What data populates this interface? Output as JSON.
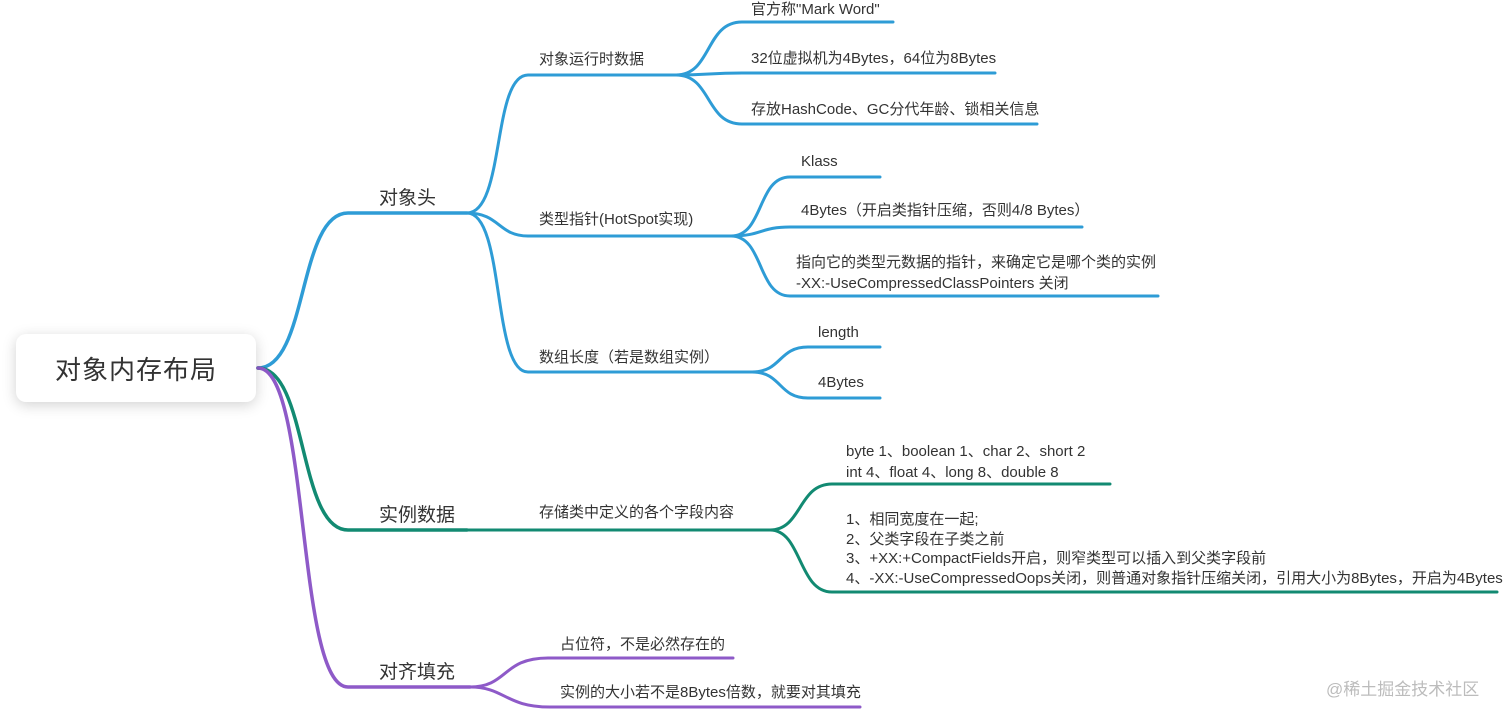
{
  "root": {
    "label": "对象内存布局"
  },
  "watermark": "@稀土掘金技术社区",
  "colors": {
    "blue": "#2E9CD6",
    "teal": "#128A72",
    "purple": "#8E5AC8"
  },
  "nodes": {
    "header": {
      "label": "对象头"
    },
    "runtime": {
      "label": "对象运行时数据"
    },
    "markword": {
      "label": "官方称\"Mark Word\""
    },
    "vmbits": {
      "label": "32位虚拟机为4Bytes，64位为8Bytes"
    },
    "hashcode": {
      "label": "存放HashCode、GC分代年龄、锁相关信息"
    },
    "typeptr": {
      "label": "类型指针(HotSpot实现)"
    },
    "klass": {
      "label": "Klass"
    },
    "ptrsize": {
      "label": "4Bytes（开启类指针压缩，否则4/8 Bytes）"
    },
    "ptrdesc": {
      "lines": [
        "指向它的类型元数据的指针，来确定它是哪个类的实例",
        "-XX:-UseCompressedClassPointers 关闭"
      ]
    },
    "arraylen": {
      "label": "数组长度（若是数组实例）"
    },
    "length": {
      "label": "length"
    },
    "lensize": {
      "label": "4Bytes"
    },
    "instance": {
      "label": "实例数据"
    },
    "storage": {
      "label": "存储类中定义的各个字段内容"
    },
    "primitives": {
      "lines": [
        "byte 1、boolean 1、char 2、short 2",
        "int 4、float 4、long 8、double 8"
      ]
    },
    "rules": {
      "lines": [
        "1、相同宽度在一起;",
        "2、父类字段在子类之前",
        "3、+XX:+CompactFields开启，则窄类型可以插入到父类字段前",
        "4、-XX:-UseCompressedOops关闭，则普通对象指针压缩关闭，引用大小为8Bytes，开启为4Bytes"
      ]
    },
    "padding": {
      "label": "对齐填充"
    },
    "placeholder": {
      "label": "占位符，不是必然存在的"
    },
    "padrule": {
      "label": "实例的大小若不是8Bytes倍数，就要对其填充"
    }
  }
}
